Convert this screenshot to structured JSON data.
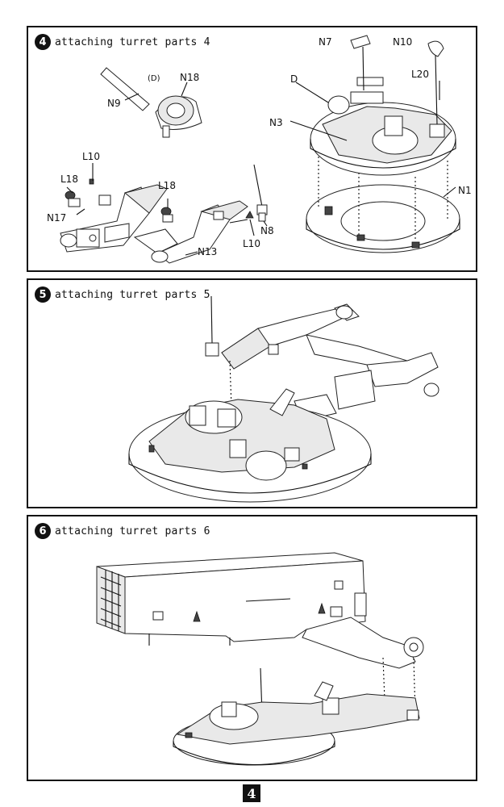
{
  "steps": [
    {
      "number": "4",
      "title": "attaching turret parts 4",
      "labels": {
        "n9": "N9",
        "d_paren": "(D)",
        "n18": "N18",
        "l10_a": "L10",
        "l18_a": "L18",
        "n17": "N17",
        "l18_b": "L18",
        "n8": "N8",
        "l10_b": "L10",
        "n13": "N13",
        "n7": "N7",
        "n10": "N10",
        "l20": "L20",
        "d": "D",
        "n3": "N3",
        "n1": "N1"
      }
    },
    {
      "number": "5",
      "title": "attaching turret parts 5"
    },
    {
      "number": "6",
      "title": "attaching turret parts 6"
    }
  ],
  "page_number": "4"
}
